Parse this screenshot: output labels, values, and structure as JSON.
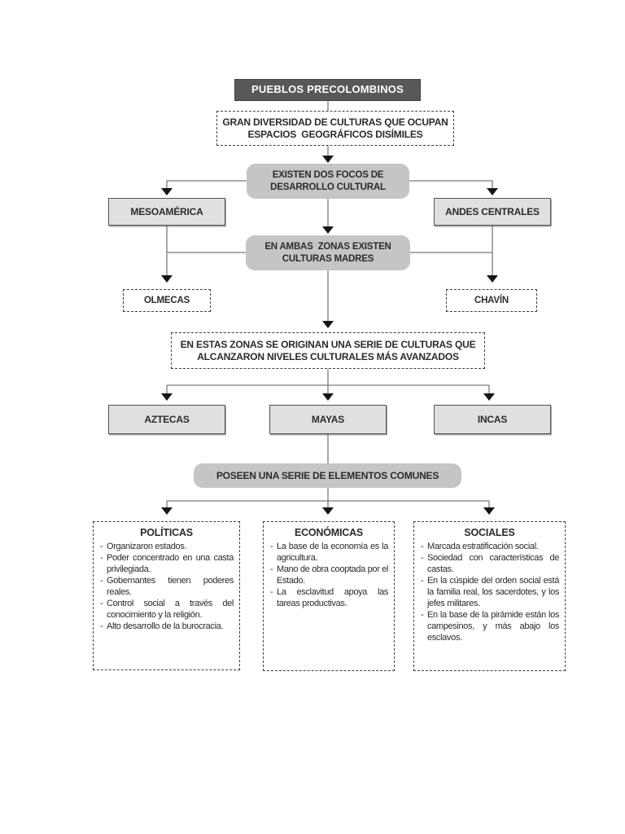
{
  "colors": {
    "title_bg": "#58585a",
    "title_text": "#ffffff",
    "rounded_node_bg": "#c5c5c7",
    "solid_node_bg": "#e0e0e1",
    "node_border": "#525254",
    "dashed_border": "#3f3f41",
    "connector_line": "#7b7b7d",
    "arrowhead": "#161616",
    "text": "#2b2b2d",
    "page_bg": "#ffffff"
  },
  "nodes": {
    "title": "PUEBLOS PRECOLOMBINOS",
    "diversity": {
      "line1": "GRAN DIVERSIDAD DE CULTURAS QUE OCUPAN",
      "line2": "ESPACIOS  GEOGRÁFICOS DISÍMILES"
    },
    "focos": {
      "line1": "EXISTEN DOS FOCOS DE",
      "line2": "DESARROLLO CULTURAL"
    },
    "mesoamerica": "MESOAMÉRICA",
    "andes": "ANDES CENTRALES",
    "ambas": {
      "line1": "EN AMBAS  ZONAS EXISTEN",
      "line2": "CULTURAS MADRES"
    },
    "olmecas": "OLMECAS",
    "chavin": "CHAVÍN",
    "series": {
      "line1": "EN ESTAS ZONAS SE ORIGINAN UNA SERIE DE CULTURAS QUE",
      "line2": "ALCANZARON NIVELES CULTURALES MÁS AVANZADOS"
    },
    "aztecas": "AZTECAS",
    "mayas": "MAYAS",
    "incas": "INCAS",
    "comunes": "POSEEN UNA SERIE DE ELEMENTOS COMUNES"
  },
  "columns": [
    {
      "title": "POLÍTICAS",
      "items": [
        "Organizaron estados.",
        "Poder concentrado en una casta privilegiada.",
        "Gobernantes tienen poderes reales.",
        "Control social a través del conocimiento y la religión.",
        "Alto desarrollo de la burocracia."
      ]
    },
    {
      "title": "ECONÓMICAS",
      "items": [
        "La base de la economía es la agricultura.",
        "Mano de obra cooptada por el Estado.",
        "La esclavitud apoya las tareas productivas."
      ]
    },
    {
      "title": "SOCIALES",
      "items": [
        "Marcada estratificación social.",
        "Sociedad con características de castas.",
        "En la cúspide del orden social está la familia real, los sacerdotes, y los jefes militares.",
        "En la base de la pirámide están los campesinos, y más abajo los esclavos."
      ]
    }
  ]
}
